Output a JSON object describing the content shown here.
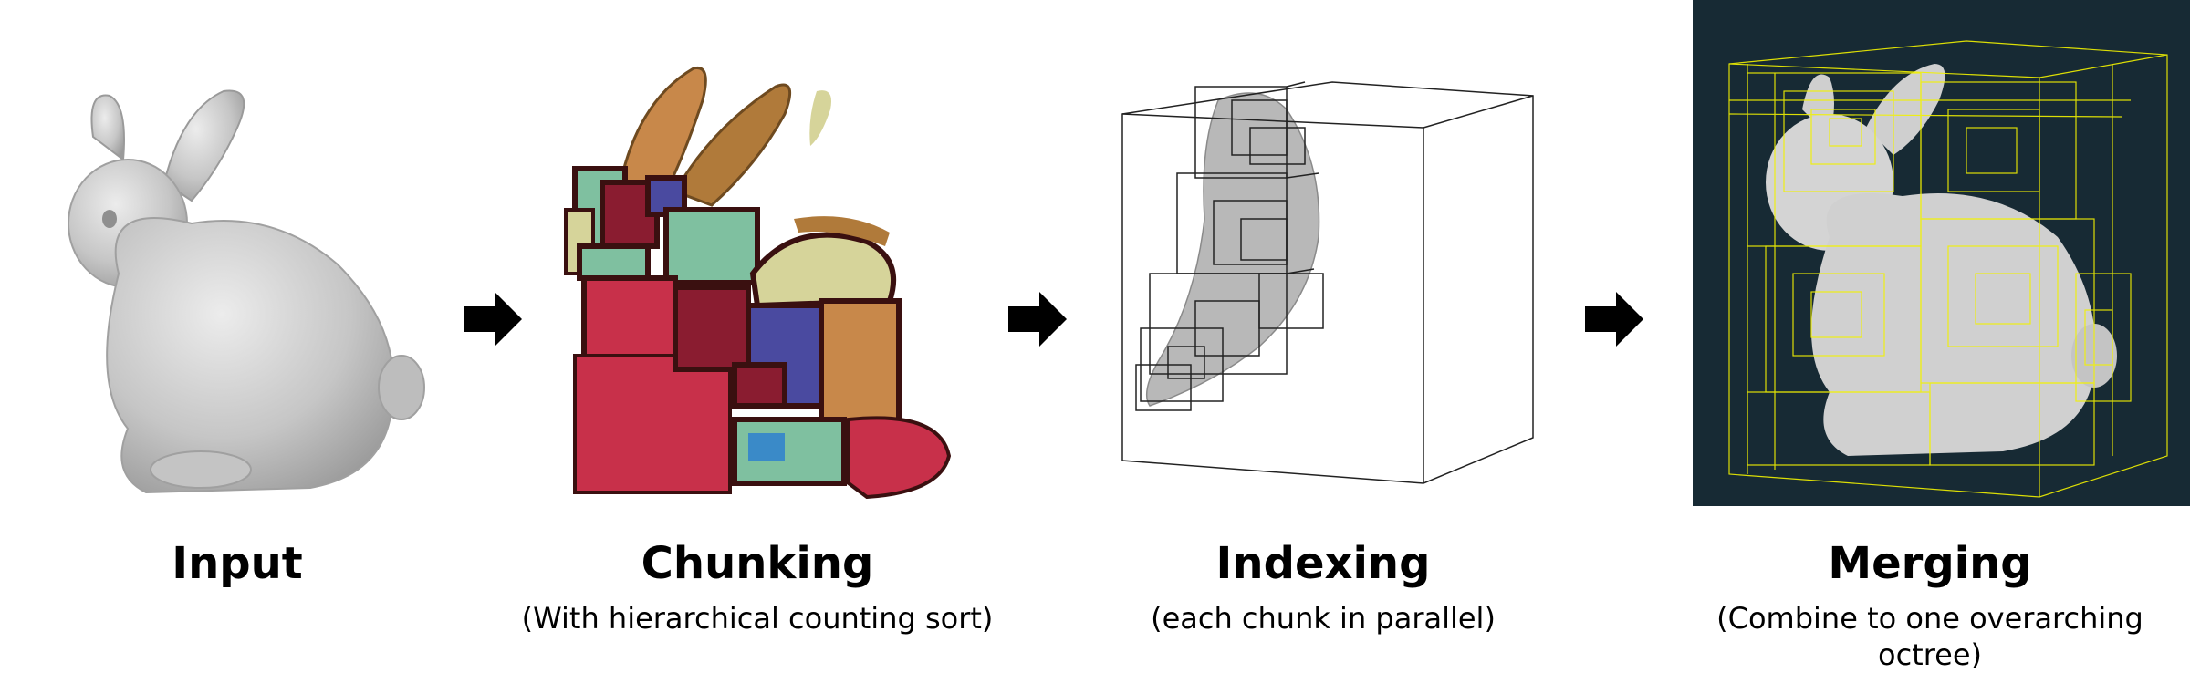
{
  "steps": [
    {
      "title": "Input",
      "subtitle": ""
    },
    {
      "title": "Chunking",
      "subtitle": "(With hierarchical counting sort)"
    },
    {
      "title": "Indexing",
      "subtitle": "(each chunk in parallel)"
    },
    {
      "title": "Merging",
      "subtitle": "(Combine to one overarching octree)"
    }
  ],
  "colors": {
    "arrow": "#000000",
    "mesh": "#c8c8c8",
    "octree_line": "#f2f200",
    "dark_bg": "#172a34",
    "chunk_palette": [
      "#c8304a",
      "#4a4aa0",
      "#7fc0a0",
      "#d6d49a",
      "#c8884a",
      "#b07a3a",
      "#8a1c30",
      "#3a8ac8"
    ]
  },
  "icons": [
    "right-arrow-icon",
    "right-arrow-icon",
    "right-arrow-icon"
  ]
}
